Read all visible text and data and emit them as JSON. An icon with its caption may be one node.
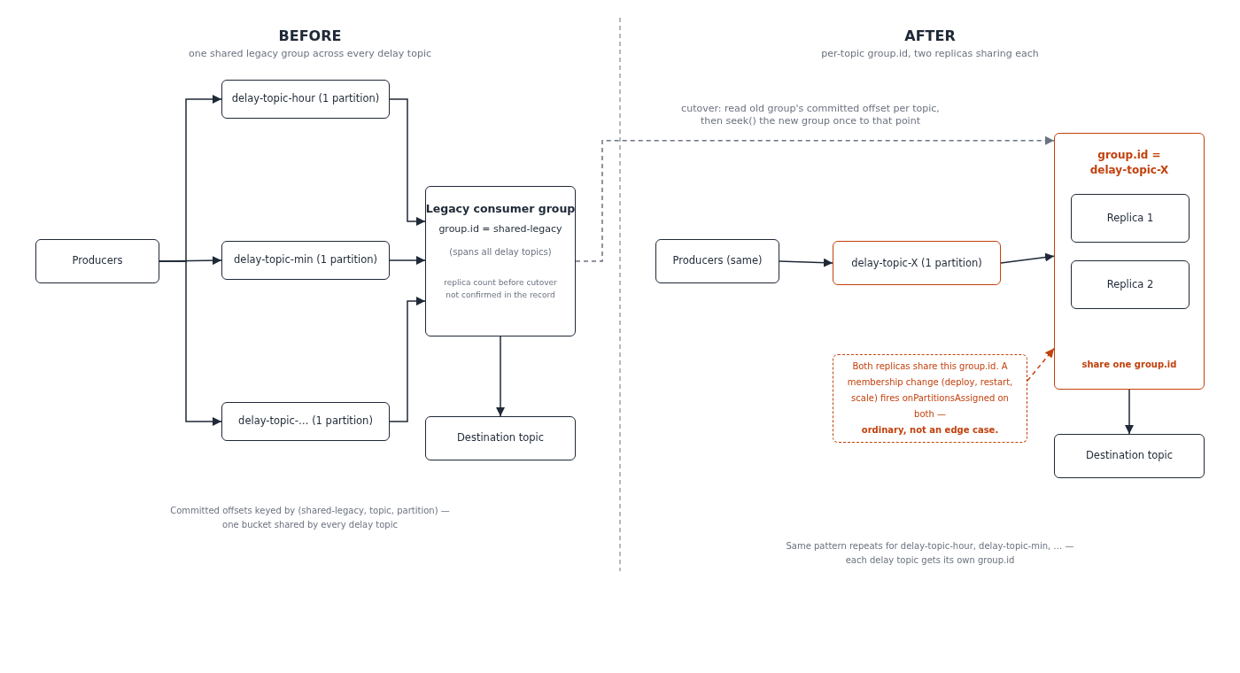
{
  "diagram": {
    "nodes": [
      {
        "text": [
          "Producers"
        ]
      },
      {
        "text": [
          "delay-topic-hour (1 partition)"
        ]
      },
      {
        "text": [
          "delay-topic-min (1 partition)"
        ]
      },
      {
        "text": [
          "delay-topic-… (1 partition)"
        ]
      },
      {
        "text": [
          "Legacy consumer group",
          "group.id = shared-legacy",
          "(spans all delay topics)",
          "replica count before cutover not confirmed in the record"
        ]
      },
      {
        "text": [
          "Destination topic"
        ]
      },
      {
        "text": [
          "Producers (same)"
        ]
      },
      {
        "text": [
          "delay-topic-X (1 partition)"
        ]
      },
      {
        "text": [
          "group.id = delay-topic-X",
          "share one group.id"
        ]
      },
      {
        "text": [
          "Replica 1"
        ],
        "in": 8
      },
      {
        "text": [
          "Replica 2"
        ],
        "in": 8
      },
      {
        "text": [
          "Both replicas share this group.id. A membership change (deploy, restart, scale) fires onPartitionsAssigned on both — **ordinary, not an edge case.**"
        ]
      },
      {
        "text": [
          "Destination topic"
        ]
      }
    ],
    "edges": [
      {
        "from": 0,
        "to": 1,
        "arrow": "to"
      },
      {
        "from": 0,
        "to": 2,
        "arrow": "to"
      },
      {
        "from": 0,
        "to": 3,
        "arrow": "to"
      },
      {
        "from": 1,
        "to": 4,
        "arrow": "to"
      },
      {
        "from": 2,
        "to": 4,
        "arrow": "to"
      },
      {
        "from": 3,
        "to": 4,
        "arrow": "to"
      },
      {
        "from": 4,
        "to": 5,
        "arrow": "to"
      },
      {
        "from": 4,
        "to": 8,
        "arrow": "to",
        "label": "cutover: read old group's committed offset per topic, then seek() the new group once to that point",
        "style": "dashed",
        "color": "#6b7280"
      },
      {
        "from": 6,
        "to": 7,
        "arrow": "to"
      },
      {
        "from": 7,
        "to": 8,
        "arrow": "to"
      },
      {
        "from": 11,
        "to": 8,
        "arrow": "to",
        "style": "dashed",
        "color": "#c2410c"
      },
      {
        "from": 8,
        "to": 12,
        "arrow": "to"
      }
    ],
    "labels": [
      "BEFORE",
      "one shared legacy group across every delay topic",
      "AFTER",
      "per-topic group.id, two replicas sharing each",
      "Committed offsets keyed by (shared-legacy, topic, partition) — one bucket shared by every delay topic",
      "Same pattern repeats for delay-topic-hour, delay-topic-min, … — each delay topic gets its own group.id"
    ]
  }
}
